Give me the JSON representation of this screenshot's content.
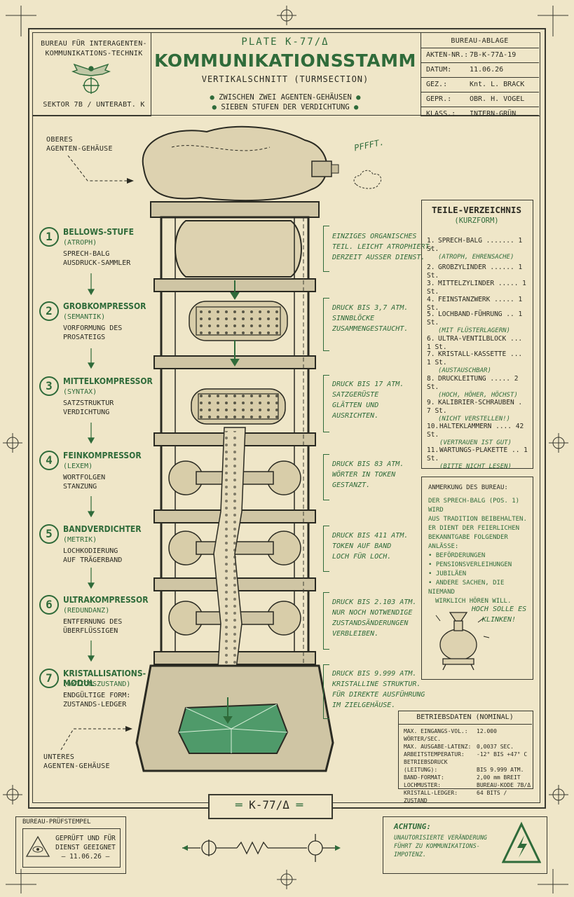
{
  "header": {
    "bureau_line1": "BUREAU FÜR INTERAGENTEN-",
    "bureau_line2": "KOMMUNIKATIONS-TECHNIK",
    "sector": "SEKTOR 7B / UNTERABT. K",
    "plate": "PLATE K-77/Δ",
    "title": "KOMMUNIKATIONSSTAMM",
    "subtitle": "VERTIKALSCHNITT (TURMSECTION)",
    "bullet1": "ZWISCHEN ZWEI AGENTEN-GEHÄUSEN",
    "bullet2": "SIEBEN STUFEN DER VERDICHTUNG"
  },
  "records": {
    "title": "BUREAU-ABLAGE",
    "rows": [
      {
        "label": "AKTEN-NR.:",
        "value": "7B-K-77Δ-19"
      },
      {
        "label": "DATUM:",
        "value": "11.06.26"
      },
      {
        "label": "GEZ.:",
        "value": "Knt. L. BRACK"
      },
      {
        "label": "GEPR.:",
        "value": "OBR. H. VOGEL"
      },
      {
        "label": "KLASS.:",
        "value": "INTERN-GRÜN"
      }
    ]
  },
  "labels": {
    "upper_housing_1": "OBERES",
    "upper_housing_2": "AGENTEN-GEHÄUSE",
    "lower_housing_1": "UNTERES",
    "lower_housing_2": "AGENTEN-GEHÄUSE",
    "pffft": "PFFFT."
  },
  "stages": [
    {
      "num": "1",
      "title": "BELLOWS-STUFE",
      "sub": "(ATROPH)",
      "desc1": "SPRECH-BALG",
      "desc2": "AUSDRUCK-SAMMLER"
    },
    {
      "num": "2",
      "title": "GROBKOMPRESSOR",
      "sub": "(SEMANTIK)",
      "desc1": "VORFORMUNG DES",
      "desc2": "PROSATEIGS"
    },
    {
      "num": "3",
      "title": "MITTELKOMPRESSOR",
      "sub": "(SYNTAX)",
      "desc1": "SATZSTRUKTUR",
      "desc2": "VERDICHTUNG"
    },
    {
      "num": "4",
      "title": "FEINKOMPRESSOR",
      "sub": "(LEXEM)",
      "desc1": "WORTFOLGEN",
      "desc2": "STANZUNG"
    },
    {
      "num": "5",
      "title": "BANDVERDICHTER",
      "sub": "(METRIK)",
      "desc1": "LOCHKODIERUNG",
      "desc2": "AUF TRÄGERBAND"
    },
    {
      "num": "6",
      "title": "ULTRAKOMPRESSOR",
      "sub": "(REDUNDANZ)",
      "desc1": "ENTFERNUNG DES",
      "desc2": "ÜBERFLÜSSIGEN"
    },
    {
      "num": "7",
      "title": "KRISTALLISATIONS-MODUL",
      "sub": "(AKTIONSZUSTAND)",
      "desc1": "ENDGÜLTIGE FORM:",
      "desc2": "ZUSTANDS-LEDGER"
    }
  ],
  "notes": [
    {
      "l1": "EINZIGES ORGANISCHES",
      "l2": "TEIL. LEICHT ATROPHIERT.",
      "l3": "DERZEIT AUSSER DIENST."
    },
    {
      "l1": "DRUCK BIS 3,7 ATM.",
      "l2": "SINNBLÖCKE",
      "l3": "ZUSAMMENGESTAUCHT."
    },
    {
      "l1": "DRUCK BIS 17 ATM.",
      "l2": "SATZGERÜSTE",
      "l3": "GLÄTTEN UND",
      "l4": "AUSRICHTEN."
    },
    {
      "l1": "DRUCK BIS 83 ATM.",
      "l2": "WÖRTER IN TOKEN",
      "l3": "GESTANZT."
    },
    {
      "l1": "DRUCK BIS 411 ATM.",
      "l2": "TOKEN AUF BAND",
      "l3": "LOCH FÜR LOCH."
    },
    {
      "l1": "DRUCK BIS 2.103 ATM.",
      "l2": "NUR NOCH NOTWENDIGE",
      "l3": "ZUSTANDSÄNDERUNGEN",
      "l4": "VERBLEIBEN."
    },
    {
      "l1": "DRUCK BIS 9.999 ATM.",
      "l2": "KRISTALLINE STRUKTUR.",
      "l3": "FÜR DIREKTE AUSFÜHRUNG",
      "l4": "IM ZIELGEHÄUSE."
    }
  ],
  "parts": {
    "title": "TEILE-VERZEICHNIS",
    "subtitle": "(KURZFORM)",
    "items": [
      {
        "n": "1.",
        "name": "SPRECH-BALG",
        "dots": ".......",
        "qty": "1 St.",
        "sub": "(ATROPH, EHRENSACHE)"
      },
      {
        "n": "2.",
        "name": "GROBZYLINDER",
        "dots": "......",
        "qty": "1 St.",
        "sub": ""
      },
      {
        "n": "3.",
        "name": "MITTELZYLINDER",
        "dots": ".....",
        "qty": "1 St.",
        "sub": ""
      },
      {
        "n": "4.",
        "name": "FEINSTANZWERK",
        "dots": ".....",
        "qty": "1 St.",
        "sub": ""
      },
      {
        "n": "5.",
        "name": "LOCHBAND-FÜHRUNG",
        "dots": "..",
        "qty": "1 St.",
        "sub": "(MIT FLÜSTERLAGERN)"
      },
      {
        "n": "6.",
        "name": "ULTRA-VENTILBLOCK",
        "dots": "...",
        "qty": "1 St.",
        "sub": ""
      },
      {
        "n": "7.",
        "name": "KRISTALL-KASSETTE",
        "dots": "...",
        "qty": "1 St.",
        "sub": "(AUSTAUSCHBAR)"
      },
      {
        "n": "8.",
        "name": "DRUCKLEITUNG",
        "dots": ".....",
        "qty": "2 St.",
        "sub": "(HOCH, HÖHER, HÖCHST)"
      },
      {
        "n": "9.",
        "name": "KALIBRIER-SCHRAUBEN",
        "dots": ".",
        "qty": "7 St.",
        "sub": "(NICHT VERSTELLEN!)"
      },
      {
        "n": "10.",
        "name": "HALTEKLAMMERN",
        "dots": "....",
        "qty": "42 St.",
        "sub": "(VERTRAUEN IST GUT)"
      },
      {
        "n": "11.",
        "name": "WARTUNGS-PLAKETTE",
        "dots": "..",
        "qty": "1 St.",
        "sub": "(BITTE NICHT LESEN)"
      }
    ]
  },
  "remark": {
    "title": "ANMERKUNG DES BUREAU:",
    "l1": "DER SPRECH-BALG (POS. 1) WIRD",
    "l2": "AUS TRADITION BEIBEHALTEN.",
    "l3": "ER DIENT DER FEIERLICHEN",
    "l4": "BEKANNTGABE FOLGENDER",
    "l5": "ANLÄSSE:",
    "bullets": [
      "BEFÖRDERUNGEN",
      "PENSIONSVERLEIHUNGEN",
      "JUBILÄEN",
      "ANDERE SACHEN, DIE NIEMAND"
    ],
    "bullet_cont": "WIRKLICH HÖREN WILL.",
    "cheer1": "HOCH SOLLE ES",
    "cheer2": "KLINKEN!"
  },
  "opdata": {
    "title": "BETRIEBSDATEN (NOMINAL)",
    "rows": [
      {
        "k": "MAX. EINGANGS-VOL.:",
        "v": "12.000 WÖRTER/SEC."
      },
      {
        "k": "MAX. AUSGABE-LATENZ:",
        "v": "0,0037 SEC."
      },
      {
        "k": "ARBEITSTEMPERATUR:",
        "v": "-12° BIS +47° C"
      },
      {
        "k": "BETRIEBSDRUCK (LEITUNG):",
        "v": "BIS 9.999 ATM."
      },
      {
        "k": "BAND-FORMAT:",
        "v": "2,00 mm BREIT"
      },
      {
        "k": "LOCHMUSTER:",
        "v": "BUREAU-KODE 7B/Δ"
      },
      {
        "k": "KRISTALL-LEDGER:",
        "v": "64 BITS / ZUSTAND"
      }
    ]
  },
  "footer": {
    "plate_code": "K-77/Δ",
    "stamp_title": "BUREAU-PRÜFSTEMPEL",
    "stamp_l1": "GEPRÜFT UND FÜR",
    "stamp_l2": "DIENST GEEIGNET",
    "stamp_l3": "– 11.06.26 –",
    "warn_title": "ACHTUNG:",
    "warn_l1": "UNAUTORISIERTE VERÄNDERUNG",
    "warn_l2": "FÜHRT ZU KOMMUNIKATIONS-",
    "warn_l3": "IMPOTENZ."
  },
  "colors": {
    "paper": "#efe6c8",
    "ink": "#2a2a22",
    "green": "#2f6b3a",
    "crystal": "#4f9a6a"
  }
}
